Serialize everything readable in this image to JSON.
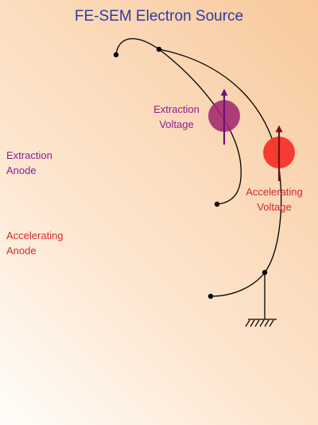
{
  "title": "FE-SEM Electron Source",
  "labels": {
    "extraction_voltage": [
      "Extraction",
      "Voltage"
    ],
    "accelerating_voltage": [
      "Accelerating",
      "Voltage"
    ],
    "extraction_anode": [
      "Extraction",
      "Anode"
    ],
    "accelerating_anode": [
      "Accelerating",
      "Anode"
    ]
  },
  "colors": {
    "title": "#2f3aa0",
    "extraction": "#8e1f8e",
    "extraction_source": "#a2286d",
    "extraction_arrow": "#6e0f7a",
    "accelerating": "#d22a2a",
    "accelerating_source": "#f5342a",
    "accelerating_arrow": "#7a1010",
    "wire": "#000000"
  }
}
